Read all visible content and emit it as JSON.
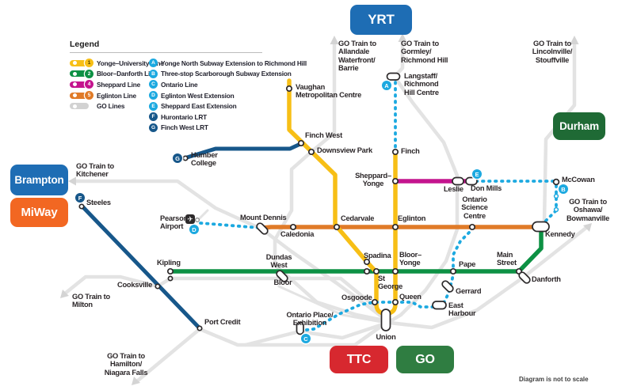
{
  "legend": {
    "title": "Legend",
    "lines": [
      {
        "number": "1",
        "label": "Yonge–University Line",
        "color": "#f7bf16"
      },
      {
        "number": "2",
        "label": "Bloor–Danforth Line",
        "color": "#0d9144"
      },
      {
        "number": "4",
        "label": "Sheppard Line",
        "color": "#c4148e"
      },
      {
        "number": "5",
        "label": "Eglinton Line",
        "color": "#e07b28"
      },
      {
        "label": "GO Lines",
        "color": "#d2d2d2"
      }
    ],
    "extensions": [
      {
        "letter": "A",
        "label": "Yonge North Subway Extension to Richmond Hill"
      },
      {
        "letter": "B",
        "label": "Three-stop Scarborough Subway Extension"
      },
      {
        "letter": "C",
        "label": "Ontario Line"
      },
      {
        "letter": "D",
        "label": "Eglinton West Extension"
      },
      {
        "letter": "E",
        "label": "Sheppard East Extension"
      },
      {
        "letter": "F",
        "label": "Hurontario LRT"
      },
      {
        "letter": "G",
        "label": "Finch West LRT"
      }
    ]
  },
  "agencies": {
    "yrt": "YRT",
    "durham": "Durham",
    "brampton": "Brampton",
    "miway": "MiWay",
    "ttc": "TTC",
    "go": "GO"
  },
  "go_routes": {
    "barrie": "GO Train to\nAllandale\nWaterfront/\nBarrie",
    "richmond_hill": "GO Train to\nGormley/\nRichmond Hill",
    "stouffville": "GO Train to\nLincolnville/\nStouffville",
    "kitchener": "GO Train to\nKitchener",
    "milton": "GO Train to\nMilton",
    "hamilton": "GO Train to\nHamilton/\nNiagara Falls",
    "oshawa": "GO Train to\nOshawa/\nBowmanville"
  },
  "stations": {
    "vaughan_metropolitan_centre": "Vaughan\nMetropolitan Centre",
    "finch_west": "Finch West",
    "downsview_park": "Downsview Park",
    "humber_college": "Humber\nCollege",
    "finch": "Finch",
    "langstaff": "Langstaff/\nRichmond\nHill Centre",
    "sheppard_yonge": "Sheppard–\nYonge",
    "leslie": "Leslie",
    "don_mills": "Don Mills",
    "mccowan": "McCowan",
    "steeles": "Steeles",
    "pearson_airport": "Pearson\nAirport",
    "mount_dennis": "Mount Dennis",
    "caledonia": "Caledonia",
    "cedarvale": "Cedarvale",
    "eglinton": "Eglinton",
    "ontario_science_centre": "Ontario\nScience\nCentre",
    "kennedy": "Kennedy",
    "kipling": "Kipling",
    "dundas_west": "Dundas\nWest",
    "bloor": "Bloor",
    "spadina": "Spadina",
    "st_george": "St\nGeorge",
    "bloor_yonge": "Bloor–\nYonge",
    "pape": "Pape",
    "main_street": "Main\nStreet",
    "danforth": "Danforth",
    "gerrard": "Gerrard",
    "east_harbour": "East\nHarbour",
    "osgoode": "Osgoode",
    "queen": "Queen",
    "union": "Union",
    "ontario_place_exhibition": "Ontario Place/\nExhibition",
    "cooksville": "Cooksville",
    "port_credit": "Port Credit"
  },
  "icons": {
    "airport": "✈"
  },
  "colors": {
    "line_yonge_university": "#f7bf16",
    "line_bloor_danforth": "#0d9144",
    "line_sheppard": "#c4148e",
    "line_eglinton": "#e07b28",
    "go_lines": "#e3e3e3",
    "extension_blue": "#1ca9e0",
    "lrt_navy": "#17578a",
    "badge_blue": "#1e6db4",
    "badge_miway_orange": "#f26722",
    "badge_durham_green": "#1f6a35",
    "badge_ttc_red": "#d7282f",
    "badge_go_green": "#2f7d41"
  },
  "footnote": "Diagram is not to scale"
}
